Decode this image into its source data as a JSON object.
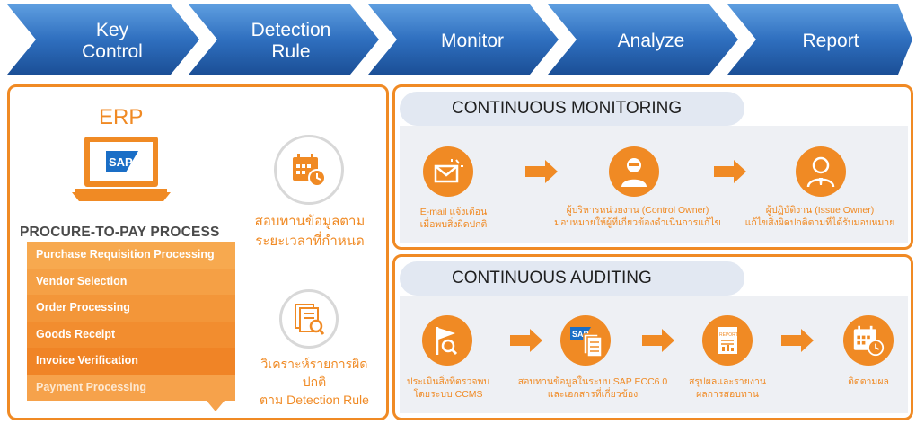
{
  "process_steps": [
    {
      "label": "Key\nControl"
    },
    {
      "label": "Detection\nRule"
    },
    {
      "label": "Monitor"
    },
    {
      "label": "Analyze"
    },
    {
      "label": "Report"
    }
  ],
  "erp": {
    "title": "ERP",
    "sap_logo": "SAP",
    "icon_caption_1": "สอบทานข้อมูลตาม\nระยะเวลาที่กำหนด",
    "icon_caption_2": "วิเคราะห์รายการผิดปกติ\nตาม Detection Rule",
    "p2p_title": "PROCURE-TO-PAY PROCESS",
    "steps": [
      "Purchase Requisition Processing",
      "Vendor Selection",
      "Order Processing",
      "Goods Receipt",
      "Invoice Verification",
      "Payment Processing"
    ]
  },
  "monitoring": {
    "title": "CONTINUOUS MONITORING",
    "items": [
      {
        "icon": "email-alert-icon",
        "caption": "E-mail แจ้งเตือน\nเมื่อพบสิ่งผิดปกติ"
      },
      {
        "icon": "control-owner-icon",
        "caption": "ผู้บริหารหน่วยงาน (Control Owner)\nมอบหมายให้ผู้ที่เกี่ยวข้องดำเนินการแก้ไข"
      },
      {
        "icon": "issue-owner-icon",
        "caption": "ผู้ปฏิบัติงาน (Issue Owner)\nแก้ไขสิ่งผิดปกติตามที่ได้รับมอบหมาย"
      }
    ]
  },
  "auditing": {
    "title": "CONTINUOUS AUDITING",
    "items": [
      {
        "icon": "flag-search-icon",
        "caption": "ประเมินสิ่งที่ตรวจพบ\nโดยระบบ CCMS"
      },
      {
        "icon": "sap-documents-icon",
        "caption": "สอบทานข้อมูลในระบบ SAP ECC6.0\nและเอกสารที่เกี่ยวข้อง"
      },
      {
        "icon": "report-icon",
        "caption": "สรุปผลและรายงาน\nผลการสอบทาน"
      },
      {
        "icon": "calendar-follow-icon",
        "caption": "ติดตามผล"
      }
    ],
    "report_badge": "REPORT",
    "sap_badge": "SAP"
  },
  "colors": {
    "orange": "#f08a24",
    "blue_dark": "#1f5da8",
    "blue_light": "#4f8fd6"
  }
}
